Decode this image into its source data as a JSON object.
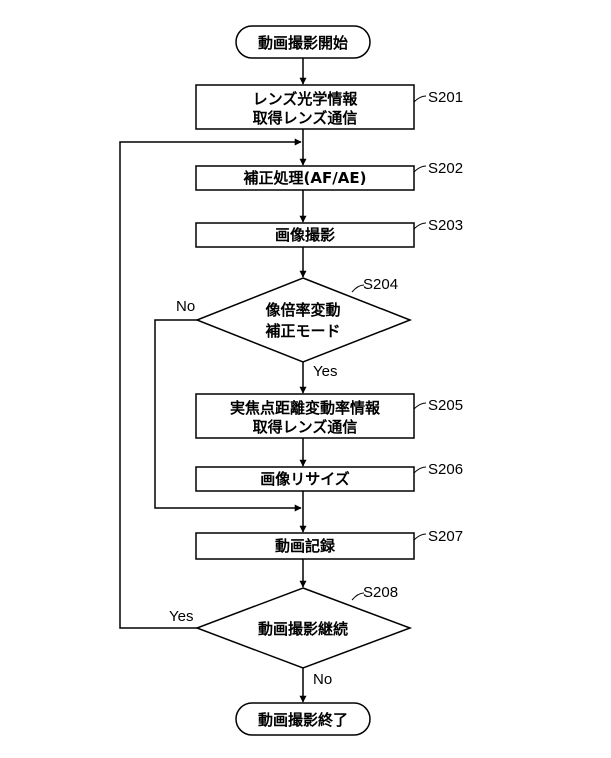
{
  "nodes": {
    "start": {
      "text": "動画撮影開始"
    },
    "s201": {
      "line1": "レンズ光学情報",
      "line2": "取得レンズ通信",
      "step": "S201"
    },
    "s202": {
      "text": "補正処理(AF/AE)",
      "step": "S202"
    },
    "s203": {
      "text": "画像撮影",
      "step": "S203"
    },
    "s204": {
      "line1": "像倍率変動",
      "line2": "補正モード",
      "step": "S204",
      "yes": "Yes",
      "no": "No"
    },
    "s205": {
      "line1": "実焦点距離変動率情報",
      "line2": "取得レンズ通信",
      "step": "S205"
    },
    "s206": {
      "text": "画像リサイズ",
      "step": "S206"
    },
    "s207": {
      "text": "動画記録",
      "step": "S207"
    },
    "s208": {
      "text": "動画撮影継続",
      "step": "S208",
      "yes": "Yes",
      "no": "No"
    },
    "end": {
      "text": "動画撮影終了"
    }
  }
}
